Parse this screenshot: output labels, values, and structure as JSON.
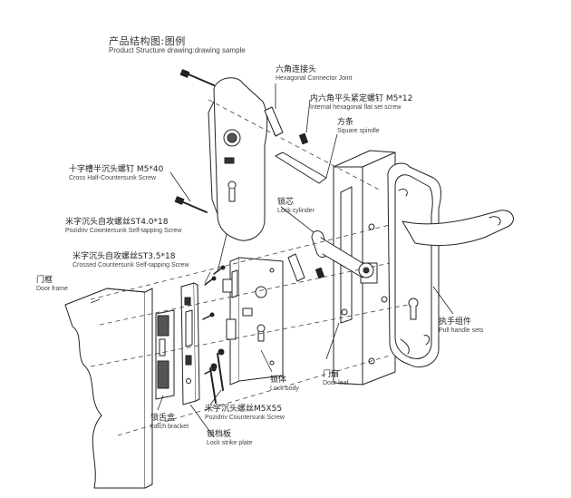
{
  "title": {
    "zh": "产品结构图:图例",
    "en": "Product Structure drawing:drawing sample"
  },
  "labels": {
    "hex_joint": {
      "zh": "六角连接头",
      "en": "Hexagonal Connector Joint"
    },
    "set_screw": {
      "zh": "内六角平头紧定螺钉 M5*12",
      "en": "Internal hexagonal flat set screw"
    },
    "spindle": {
      "zh": "方条",
      "en": "Square spindle"
    },
    "cross_screw": {
      "zh": "十字槽半沉头螺钉 M5*40",
      "en": "Cross Half-Countersunk Screw"
    },
    "lock_cylinder": {
      "zh": "锁芯",
      "en": "Lock cylinder"
    },
    "pozi_st40": {
      "zh": "米字沉头自攻螺丝ST4.0*18",
      "en": "Pozidriv Cowntersunk Self-tapping Screw"
    },
    "crossed_st35": {
      "zh": "米字沉头自攻螺丝ST3.5*18",
      "en": "Crossed Countersunk Self-tapping Screw"
    },
    "door_frame": {
      "zh": "门框",
      "en": "Door frame"
    },
    "handle_sets": {
      "zh": "执手组件",
      "en": "Pull handle sets"
    },
    "door_leaf": {
      "zh": "门扇",
      "en": "Door leaf"
    },
    "lock_body": {
      "zh": "锁体",
      "en": "Lock body"
    },
    "pozi_m5x55": {
      "zh": "米字沉头螺丝M5X55",
      "en": "Pozidriv Countersunk Screw"
    },
    "latch_bracket": {
      "zh": "锁舌盒",
      "en": "Latch bracket"
    },
    "strike_plate": {
      "zh": "锁档板",
      "en": "Lock strike plate"
    }
  }
}
